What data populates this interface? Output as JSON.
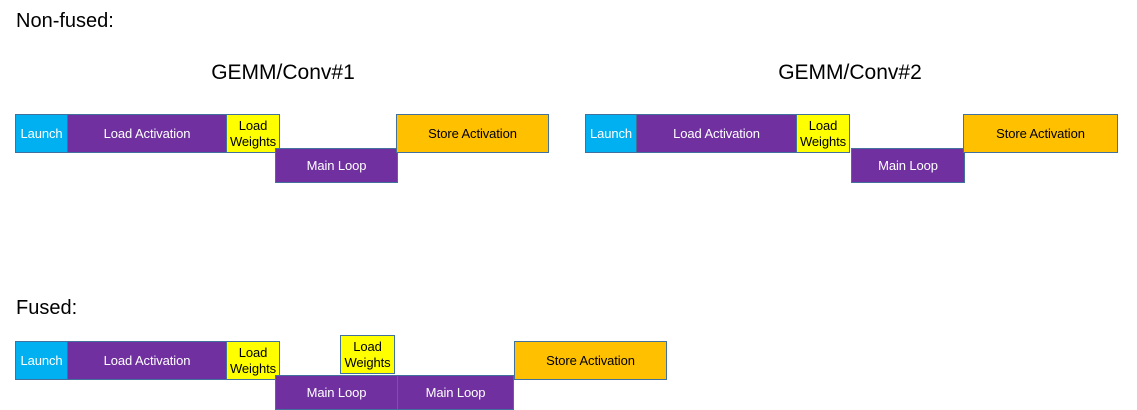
{
  "diagram": {
    "title_non_fused": "Non-fused:",
    "title_fused": "Fused:",
    "colors": {
      "launch": "#00b0f0",
      "compute": "#7030a0",
      "weights": "#ffff00",
      "store": "#ffc000",
      "border": "#41719c",
      "background": "#ffffff",
      "text_dark": "#000000",
      "text_light": "#ffffff"
    },
    "labels": {
      "launch": "Launch",
      "load_activation": "Load Activation",
      "load_weights": "Load\nWeights",
      "main_loop": "Main Loop",
      "store_activation": "Store Activation"
    }
  },
  "non_fused": {
    "label": "Non-fused:",
    "groups": [
      {
        "title": "GEMM/Conv#1",
        "bars": [
          {
            "name": "launch",
            "label": "Launch",
            "kind": "launch"
          },
          {
            "name": "load-activation",
            "label": "Load Activation",
            "kind": "purple"
          },
          {
            "name": "load-weights",
            "label": "Load\nWeights",
            "kind": "yellow"
          },
          {
            "name": "main-loop",
            "label": "Main Loop",
            "kind": "purple"
          },
          {
            "name": "store-activation",
            "label": "Store Activation",
            "kind": "orange"
          }
        ]
      },
      {
        "title": "GEMM/Conv#2",
        "bars": [
          {
            "name": "launch",
            "label": "Launch",
            "kind": "launch"
          },
          {
            "name": "load-activation",
            "label": "Load Activation",
            "kind": "purple"
          },
          {
            "name": "load-weights",
            "label": "Load\nWeights",
            "kind": "yellow"
          },
          {
            "name": "main-loop",
            "label": "Main Loop",
            "kind": "purple"
          },
          {
            "name": "store-activation",
            "label": "Store Activation",
            "kind": "orange"
          }
        ]
      }
    ]
  },
  "fused": {
    "label": "Fused:",
    "bars": [
      {
        "name": "launch",
        "label": "Launch",
        "kind": "launch"
      },
      {
        "name": "load-activation",
        "label": "Load Activation",
        "kind": "purple"
      },
      {
        "name": "load-weights-1",
        "label": "Load\nWeights",
        "kind": "yellow"
      },
      {
        "name": "load-weights-2",
        "label": "Load\nWeights",
        "kind": "yellow"
      },
      {
        "name": "main-loop-1",
        "label": "Main Loop",
        "kind": "purple"
      },
      {
        "name": "main-loop-2",
        "label": "Main Loop",
        "kind": "purple"
      },
      {
        "name": "store-activation",
        "label": "Store Activation",
        "kind": "orange"
      }
    ]
  }
}
